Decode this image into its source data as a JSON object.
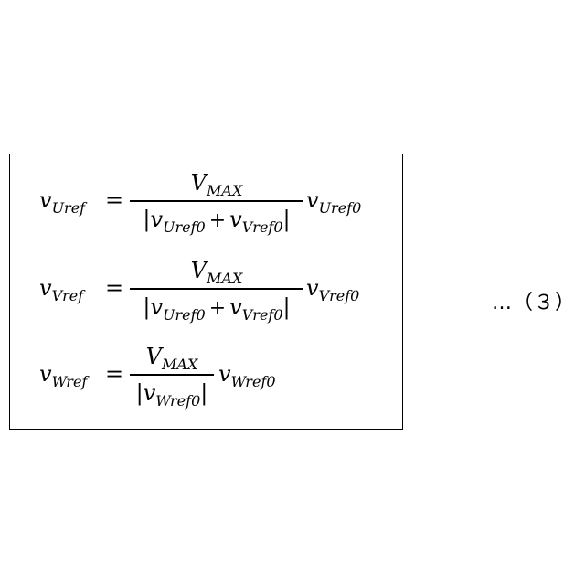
{
  "equations": [
    {
      "lhs": {
        "v": "v",
        "sub": "Uref"
      },
      "op": "=",
      "num": {
        "v": "V",
        "sub": "MAX"
      },
      "den": [
        {
          "v": "v",
          "sub": "Uref0"
        },
        {
          "v": "v",
          "sub": "Vref0"
        }
      ],
      "den_op": "+",
      "rhs": {
        "v": "v",
        "sub": "Uref0"
      }
    },
    {
      "lhs": {
        "v": "v",
        "sub": "Vref"
      },
      "op": "=",
      "num": {
        "v": "V",
        "sub": "MAX"
      },
      "den": [
        {
          "v": "v",
          "sub": "Uref0"
        },
        {
          "v": "v",
          "sub": "Vref0"
        }
      ],
      "den_op": "+",
      "rhs": {
        "v": "v",
        "sub": "Vref0"
      }
    },
    {
      "lhs": {
        "v": "v",
        "sub": "Wref"
      },
      "op": "=",
      "num": {
        "v": "V",
        "sub": "MAX"
      },
      "den": [
        {
          "v": "v",
          "sub": "Wref0"
        }
      ],
      "rhs": {
        "v": "v",
        "sub": "Wref0"
      }
    }
  ],
  "abs_bar": "|",
  "equation_number": "…（３）"
}
